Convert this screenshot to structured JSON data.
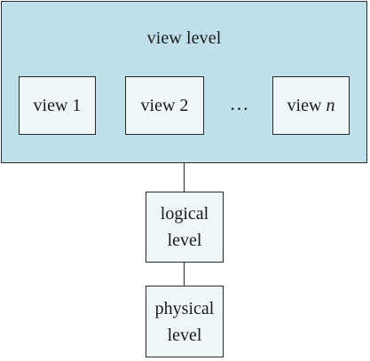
{
  "view_level": {
    "title": "view level",
    "views": [
      {
        "label": "view 1"
      },
      {
        "label": "view 2"
      },
      {
        "label_prefix": "view ",
        "label_italic": "n"
      }
    ],
    "ellipsis": "…"
  },
  "logical_level": {
    "line1": "logical",
    "line2": "level"
  },
  "physical_level": {
    "line1": "physical",
    "line2": "level"
  },
  "colors": {
    "view_level_fill": "#bfe0ea",
    "box_fill": "#eef6f9",
    "stroke": "#2a2a2a"
  }
}
